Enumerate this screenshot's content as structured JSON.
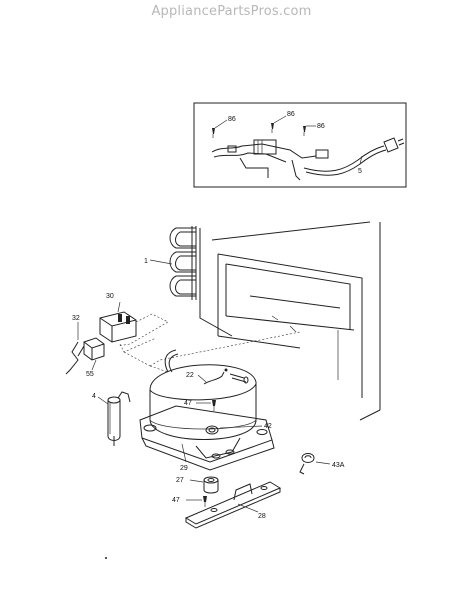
{
  "watermark": "AppliancePartsPros.com",
  "callouts": {
    "c86a": "86",
    "c86b": "86",
    "c86c": "86",
    "c5": "5",
    "c1": "1",
    "c30": "30",
    "c32": "32",
    "c55": "55",
    "c4": "4",
    "c22": "22",
    "c47a": "47",
    "c42": "42",
    "c29": "29",
    "c43a": "43A",
    "c27": "27",
    "c47b": "47",
    "c28": "28"
  }
}
